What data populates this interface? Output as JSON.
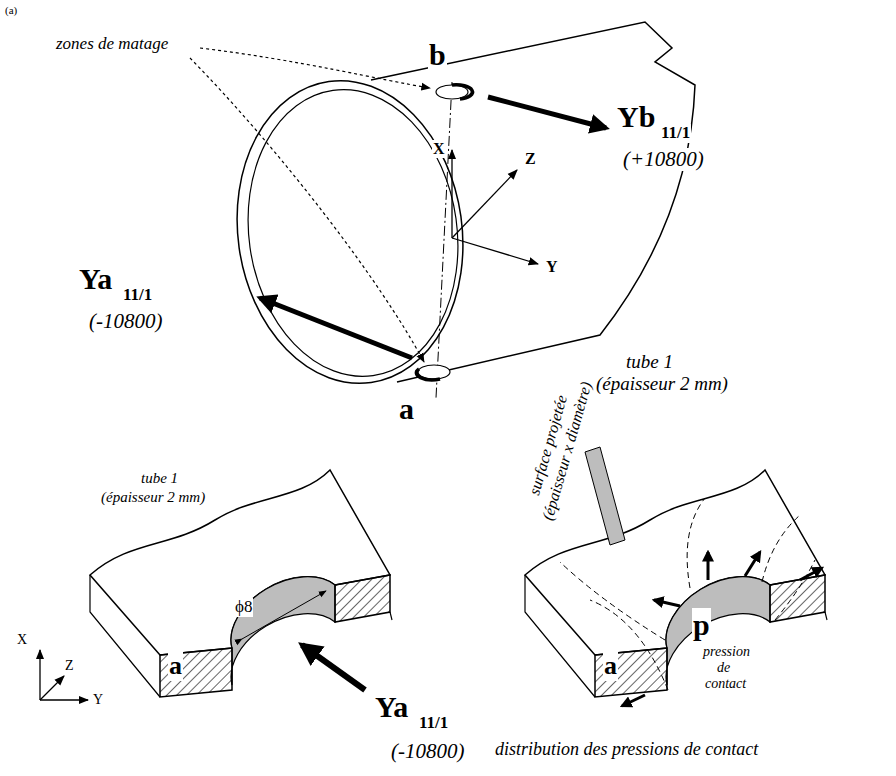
{
  "diagram": {
    "labels": [
      "zones de matage",
      "b",
      "Yb",
      "11/1",
      "(+10800)",
      "X",
      "Z",
      "Y",
      "Ya",
      "11/1",
      "(-10800)",
      "a",
      "tube 1",
      "(épaisseur 2 mm)",
      "tube 1",
      "(épaisseur 2 mm)",
      "X",
      "Z",
      "Y",
      "ϕ8",
      "a",
      "Ya",
      "11/1",
      "(-10800)",
      "surface projetée",
      "(épaisseur x diamètre)",
      "p",
      "pression",
      "de",
      "contact",
      "a",
      "distribution des pressions de contact",
      "(a)"
    ]
  }
}
